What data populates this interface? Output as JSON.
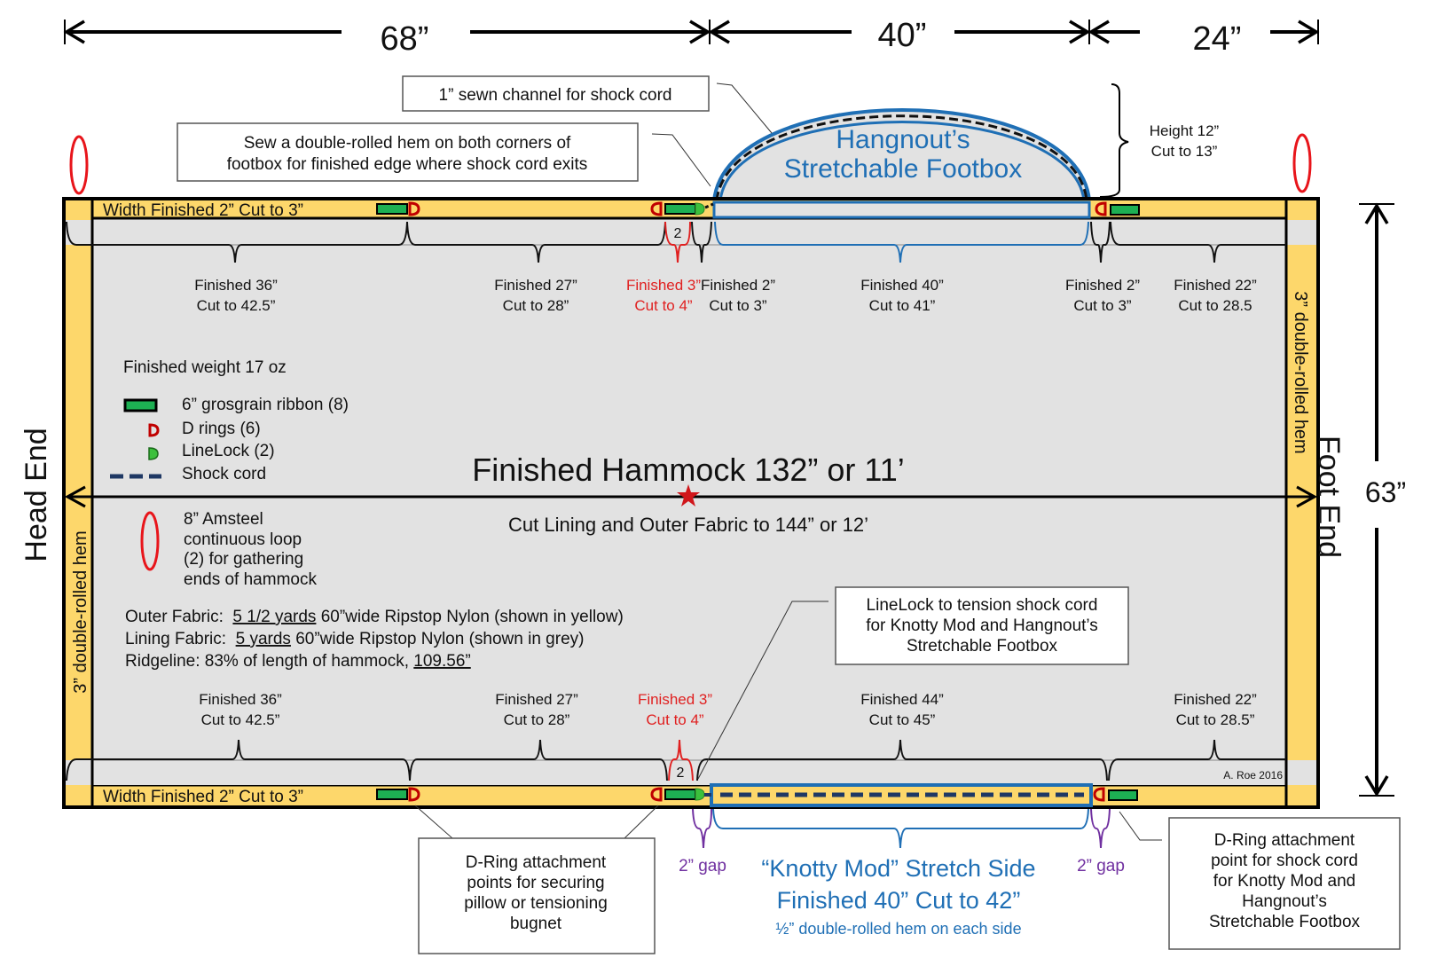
{
  "dimensions": {
    "top": [
      "68”",
      "40”",
      "24”"
    ],
    "right": "63”"
  },
  "ends": {
    "head": "Head End",
    "foot": "Foot End",
    "head_hem": "3” double-rolled hem",
    "foot_hem": "3” double-rolled hem"
  },
  "channel_label": "Width Finished 2” Cut to 3”",
  "callouts": {
    "sewn_channel": "1” sewn channel for shock cord",
    "double_rolled": [
      "Sew a double-rolled hem on both corners of",
      "footbox for finished edge where shock cord exits"
    ],
    "linelock": [
      "LineLock to tension shock cord",
      "for Knotty Mod and Hangnout’s",
      "Stretchable Footbox"
    ],
    "dring_points": [
      "D-Ring attachment",
      "points for securing",
      "pillow or tensioning",
      "bugnet"
    ],
    "dring_shock": [
      "D-Ring attachment",
      "point for shock cord",
      "for Knotty Mod and",
      "Hangnout’s",
      "Stretchable Footbox"
    ]
  },
  "footbox": {
    "title": [
      "Hangnout’s",
      "Stretchable Footbox"
    ],
    "height": [
      "Height 12”",
      "Cut to 13”"
    ]
  },
  "top_segments": [
    {
      "l1": "Finished 36”",
      "l2": "Cut to 42.5”",
      "color": "#111111"
    },
    {
      "l1": "Finished 27”",
      "l2": "Cut to 28”",
      "color": "#111111"
    },
    {
      "l1": "Finished 3”",
      "l2": "Cut to 4”",
      "color": "#e02020"
    },
    {
      "l1": "Finished 2”",
      "l2": "Cut to 3”",
      "color": "#111111"
    },
    {
      "l1": "Finished 40”",
      "l2": "Cut to 41”",
      "color": "#111111"
    },
    {
      "l1": "Finished 2”",
      "l2": "Cut to 3”",
      "color": "#111111"
    },
    {
      "l1": "Finished 22”",
      "l2": "Cut to 28.5",
      "color": "#111111"
    }
  ],
  "bottom_segments": [
    {
      "l1": "Finished 36”",
      "l2": "Cut to 42.5”",
      "color": "#111111"
    },
    {
      "l1": "Finished 27”",
      "l2": "Cut to 28”",
      "color": "#111111"
    },
    {
      "l1": "Finished 3”",
      "l2": "Cut to 4”",
      "color": "#e02020"
    },
    {
      "l1": "Finished 44”",
      "l2": "Cut to 45”",
      "color": "#111111"
    },
    {
      "l1": "Finished 22”",
      "l2": "Cut to 28.5”",
      "color": "#111111"
    }
  ],
  "small_box_label": "2",
  "legend": {
    "weight": "Finished weight 17 oz",
    "items": [
      {
        "icon": "grosgrain-ribbon",
        "label": "6” grosgrain ribbon (8)"
      },
      {
        "icon": "d-ring",
        "label": "D rings (6)"
      },
      {
        "icon": "linelock",
        "label": "LineLock (2)"
      },
      {
        "icon": "shock-cord",
        "label": "Shock cord"
      }
    ],
    "amsteel": [
      "8” Amsteel",
      "continuous loop",
      "(2) for gathering",
      "ends of hammock"
    ]
  },
  "main_title": "Finished Hammock 132” or 11’",
  "cut_note": "Cut Lining and Outer Fabric to 144” or 12’",
  "fabric": [
    {
      "prefix": "Outer Fabric:  ",
      "underlined": "5 1/2 yards",
      "suffix": " 60”wide Ripstop Nylon (shown in yellow)"
    },
    {
      "prefix": "Lining Fabric:  ",
      "underlined": "5 yards",
      "suffix": " 60”wide Ripstop Nylon (shown in grey)"
    },
    {
      "prefix": "Ridgeline: 83% of length of hammock, ",
      "underlined": "109.56”",
      "suffix": ""
    }
  ],
  "gaps": [
    "2” gap",
    "2” gap"
  ],
  "knotty": {
    "line1": "“Knotty Mod” Stretch Side",
    "line2": "Finished 40” Cut to 42”",
    "line3": "½” double-rolled hem on each side"
  },
  "credit": "A. Roe 2016",
  "colors": {
    "outer": "#fdd76b",
    "lining": "#e2e2e2",
    "accent_blue": "#1f6fb5",
    "red": "#e02020",
    "dring": "#c00000",
    "green": "#1db053",
    "linelock": "#3cc03c",
    "purple": "#7030a0",
    "shock": "#1f3864"
  }
}
